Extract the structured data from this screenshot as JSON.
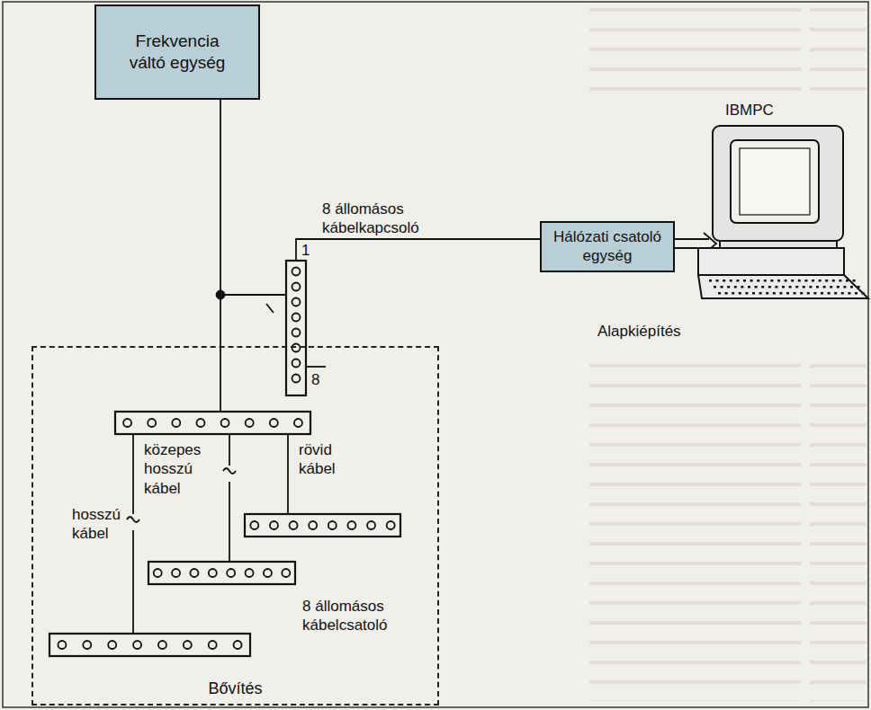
{
  "diagram": {
    "nodes": [
      {
        "text": [
          "Frekvencia váltó egység"
        ]
      },
      {
        "text": [
          "Hálózati csatoló egység"
        ]
      },
      {
        "text": [
          "Bővítés"
        ]
      }
    ],
    "edges": [
      {
        "from": 0,
        "to": 2,
        "arrow": "none"
      }
    ],
    "labels": [
      "8 állomásos kábelkapcsoló",
      "1",
      "8",
      "IBMPC",
      "Alapkiépítés",
      "közepes hosszú kábel",
      "rövid kábel",
      "hosszú kábel",
      "8 állomásos kábelcsatoló"
    ]
  }
}
